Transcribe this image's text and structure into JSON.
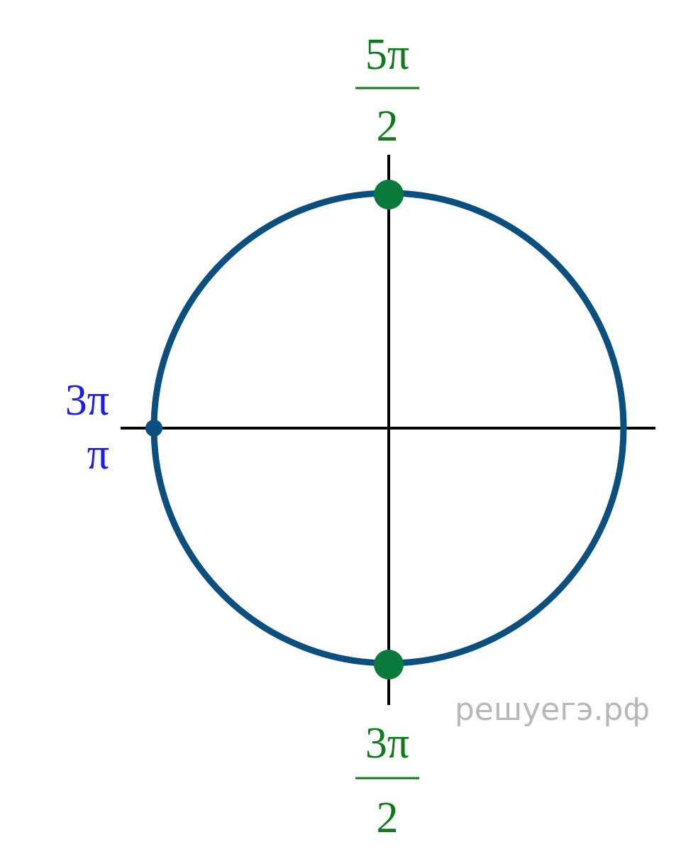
{
  "diagram": {
    "top_label": {
      "numerator": "5π",
      "denominator": "2"
    },
    "bottom_label": {
      "numerator": "3π",
      "denominator": "2"
    },
    "left_label": {
      "upper": "3π",
      "lower": "π"
    },
    "watermark": "решуегэ.рф",
    "colors": {
      "circle": "#0b4f7f",
      "axes": "#000000",
      "green_label": "#0f7a1a",
      "green_point": "#0a7a3c",
      "blue_label": "#1a1aff",
      "blue_point": "#0b4f7f",
      "watermark": "#b8b8b8"
    }
  }
}
